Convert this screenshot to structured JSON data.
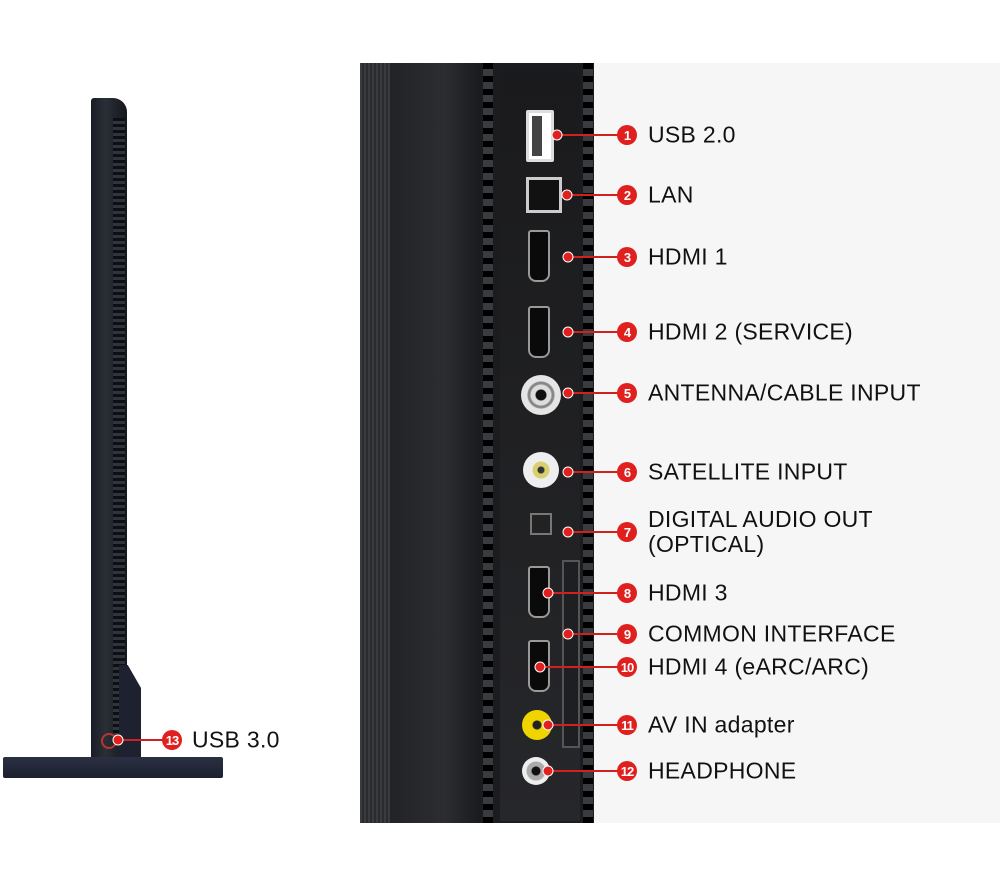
{
  "callouts": [
    {
      "number": "1",
      "label": "USB 2.0"
    },
    {
      "number": "2",
      "label": "LAN"
    },
    {
      "number": "3",
      "label": "HDMI 1"
    },
    {
      "number": "4",
      "label": "HDMI 2 (SERVICE)"
    },
    {
      "number": "5",
      "label": "ANTENNA/CABLE INPUT"
    },
    {
      "number": "6",
      "label": "SATELLITE INPUT"
    },
    {
      "number": "7",
      "label": "DIGITAL AUDIO OUT\n(OPTICAL)"
    },
    {
      "number": "8",
      "label": "HDMI 3"
    },
    {
      "number": "9",
      "label": "COMMON INTERFACE"
    },
    {
      "number": "10",
      "label": "HDMI 4 (eARC/ARC)"
    },
    {
      "number": "11",
      "label": "AV IN adapter"
    },
    {
      "number": "12",
      "label": "HEADPHONE"
    },
    {
      "number": "13",
      "label": "USB 3.0"
    }
  ],
  "colors": {
    "accent": "#e0201f",
    "panel": "#1b1c1f"
  }
}
